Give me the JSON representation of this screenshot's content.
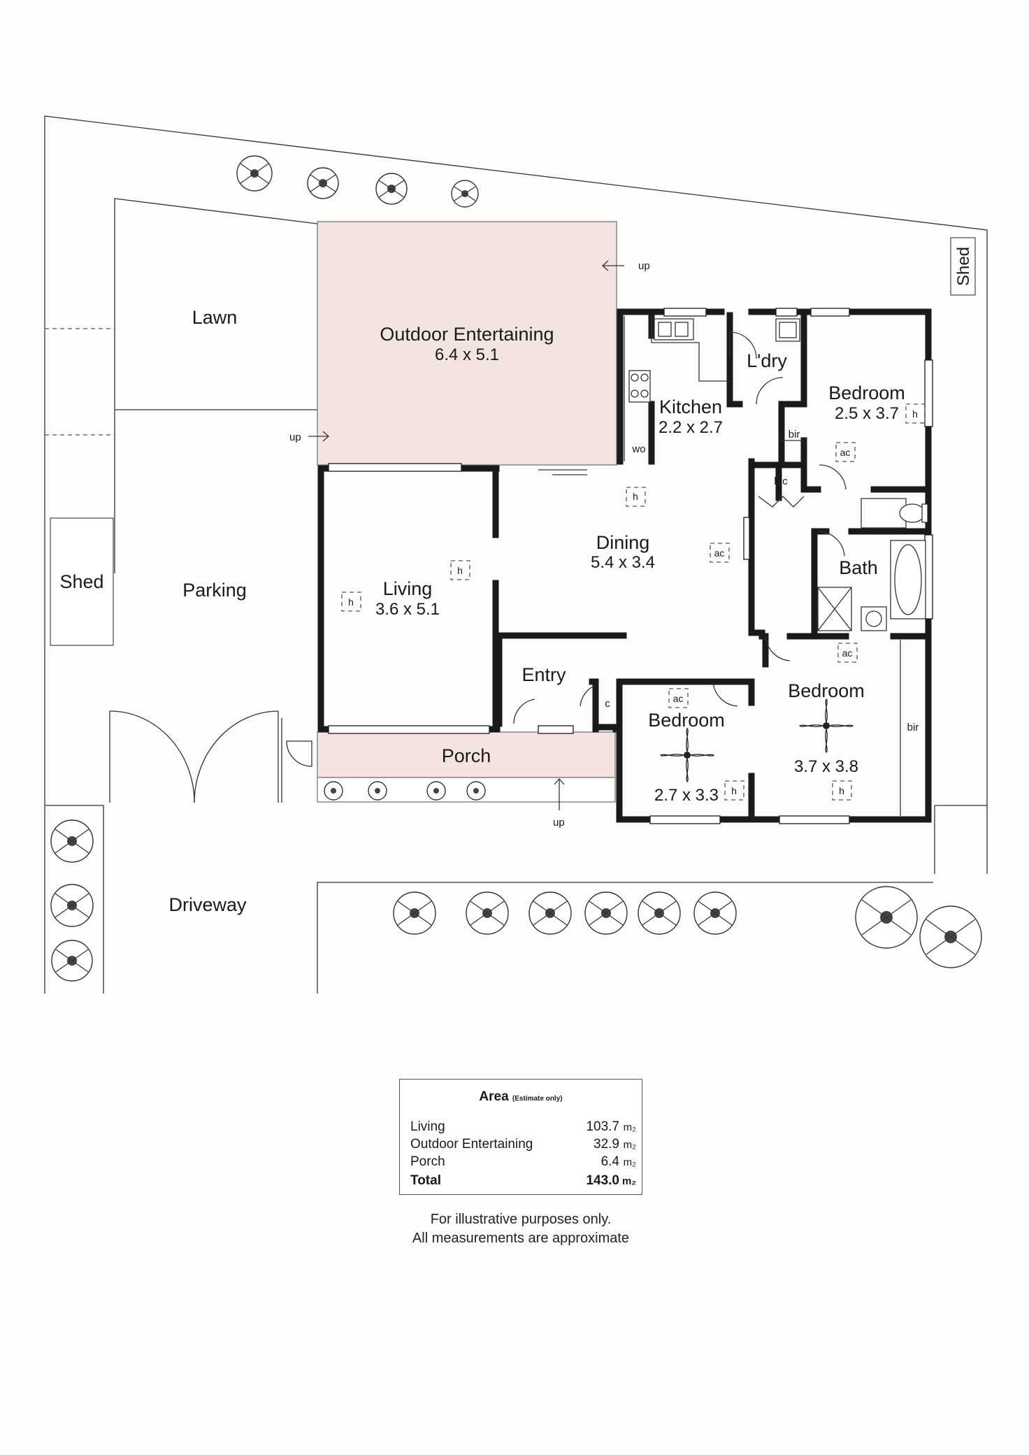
{
  "rooms": {
    "lawn": "Lawn",
    "outdoor_entertaining": "Outdoor Entertaining",
    "outdoor_entertaining_dim": "6.4 x 5.1",
    "kitchen": "Kitchen",
    "kitchen_dim": "2.2 x 2.7",
    "laundry": "L'dry",
    "bedroom_ne": "Bedroom",
    "bedroom_ne_dim": "2.5 x 3.7",
    "dining": "Dining",
    "dining_dim": "5.4 x 3.4",
    "living": "Living",
    "living_dim": "3.6 x 5.1",
    "bath": "Bath",
    "entry": "Entry",
    "bedroom_mid": "Bedroom",
    "bedroom_mid_dim": "2.7 x 3.3",
    "bedroom_se": "Bedroom",
    "bedroom_se_dim": "3.7 x 3.8",
    "porch": "Porch",
    "parking": "Parking",
    "shed_left": "Shed",
    "shed_right": "Shed",
    "driveway": "Driveway"
  },
  "markers": {
    "up": "up",
    "wo": "wo",
    "bir": "bir",
    "bic": "bic",
    "c": "c",
    "ac": "ac",
    "h": "h"
  },
  "area": {
    "title": "Area",
    "subtitle": "(Estimate only)",
    "unit": "m₂",
    "rows": [
      {
        "label": "Living",
        "value": "103.7"
      },
      {
        "label": "Outdoor Entertaining",
        "value": "32.9"
      },
      {
        "label": "Porch",
        "value": "6.4"
      }
    ],
    "total": {
      "label": "Total",
      "value": "143.0"
    }
  },
  "disclaimer": {
    "line1": "For illustrative purposes only.",
    "line2": "All measurements are approximate"
  },
  "colors": {
    "outdoor_fill": "#f4e4df",
    "porch_fill": "#f4e4df",
    "wall": "#1a1a1a",
    "background": "#fdfdfc"
  }
}
